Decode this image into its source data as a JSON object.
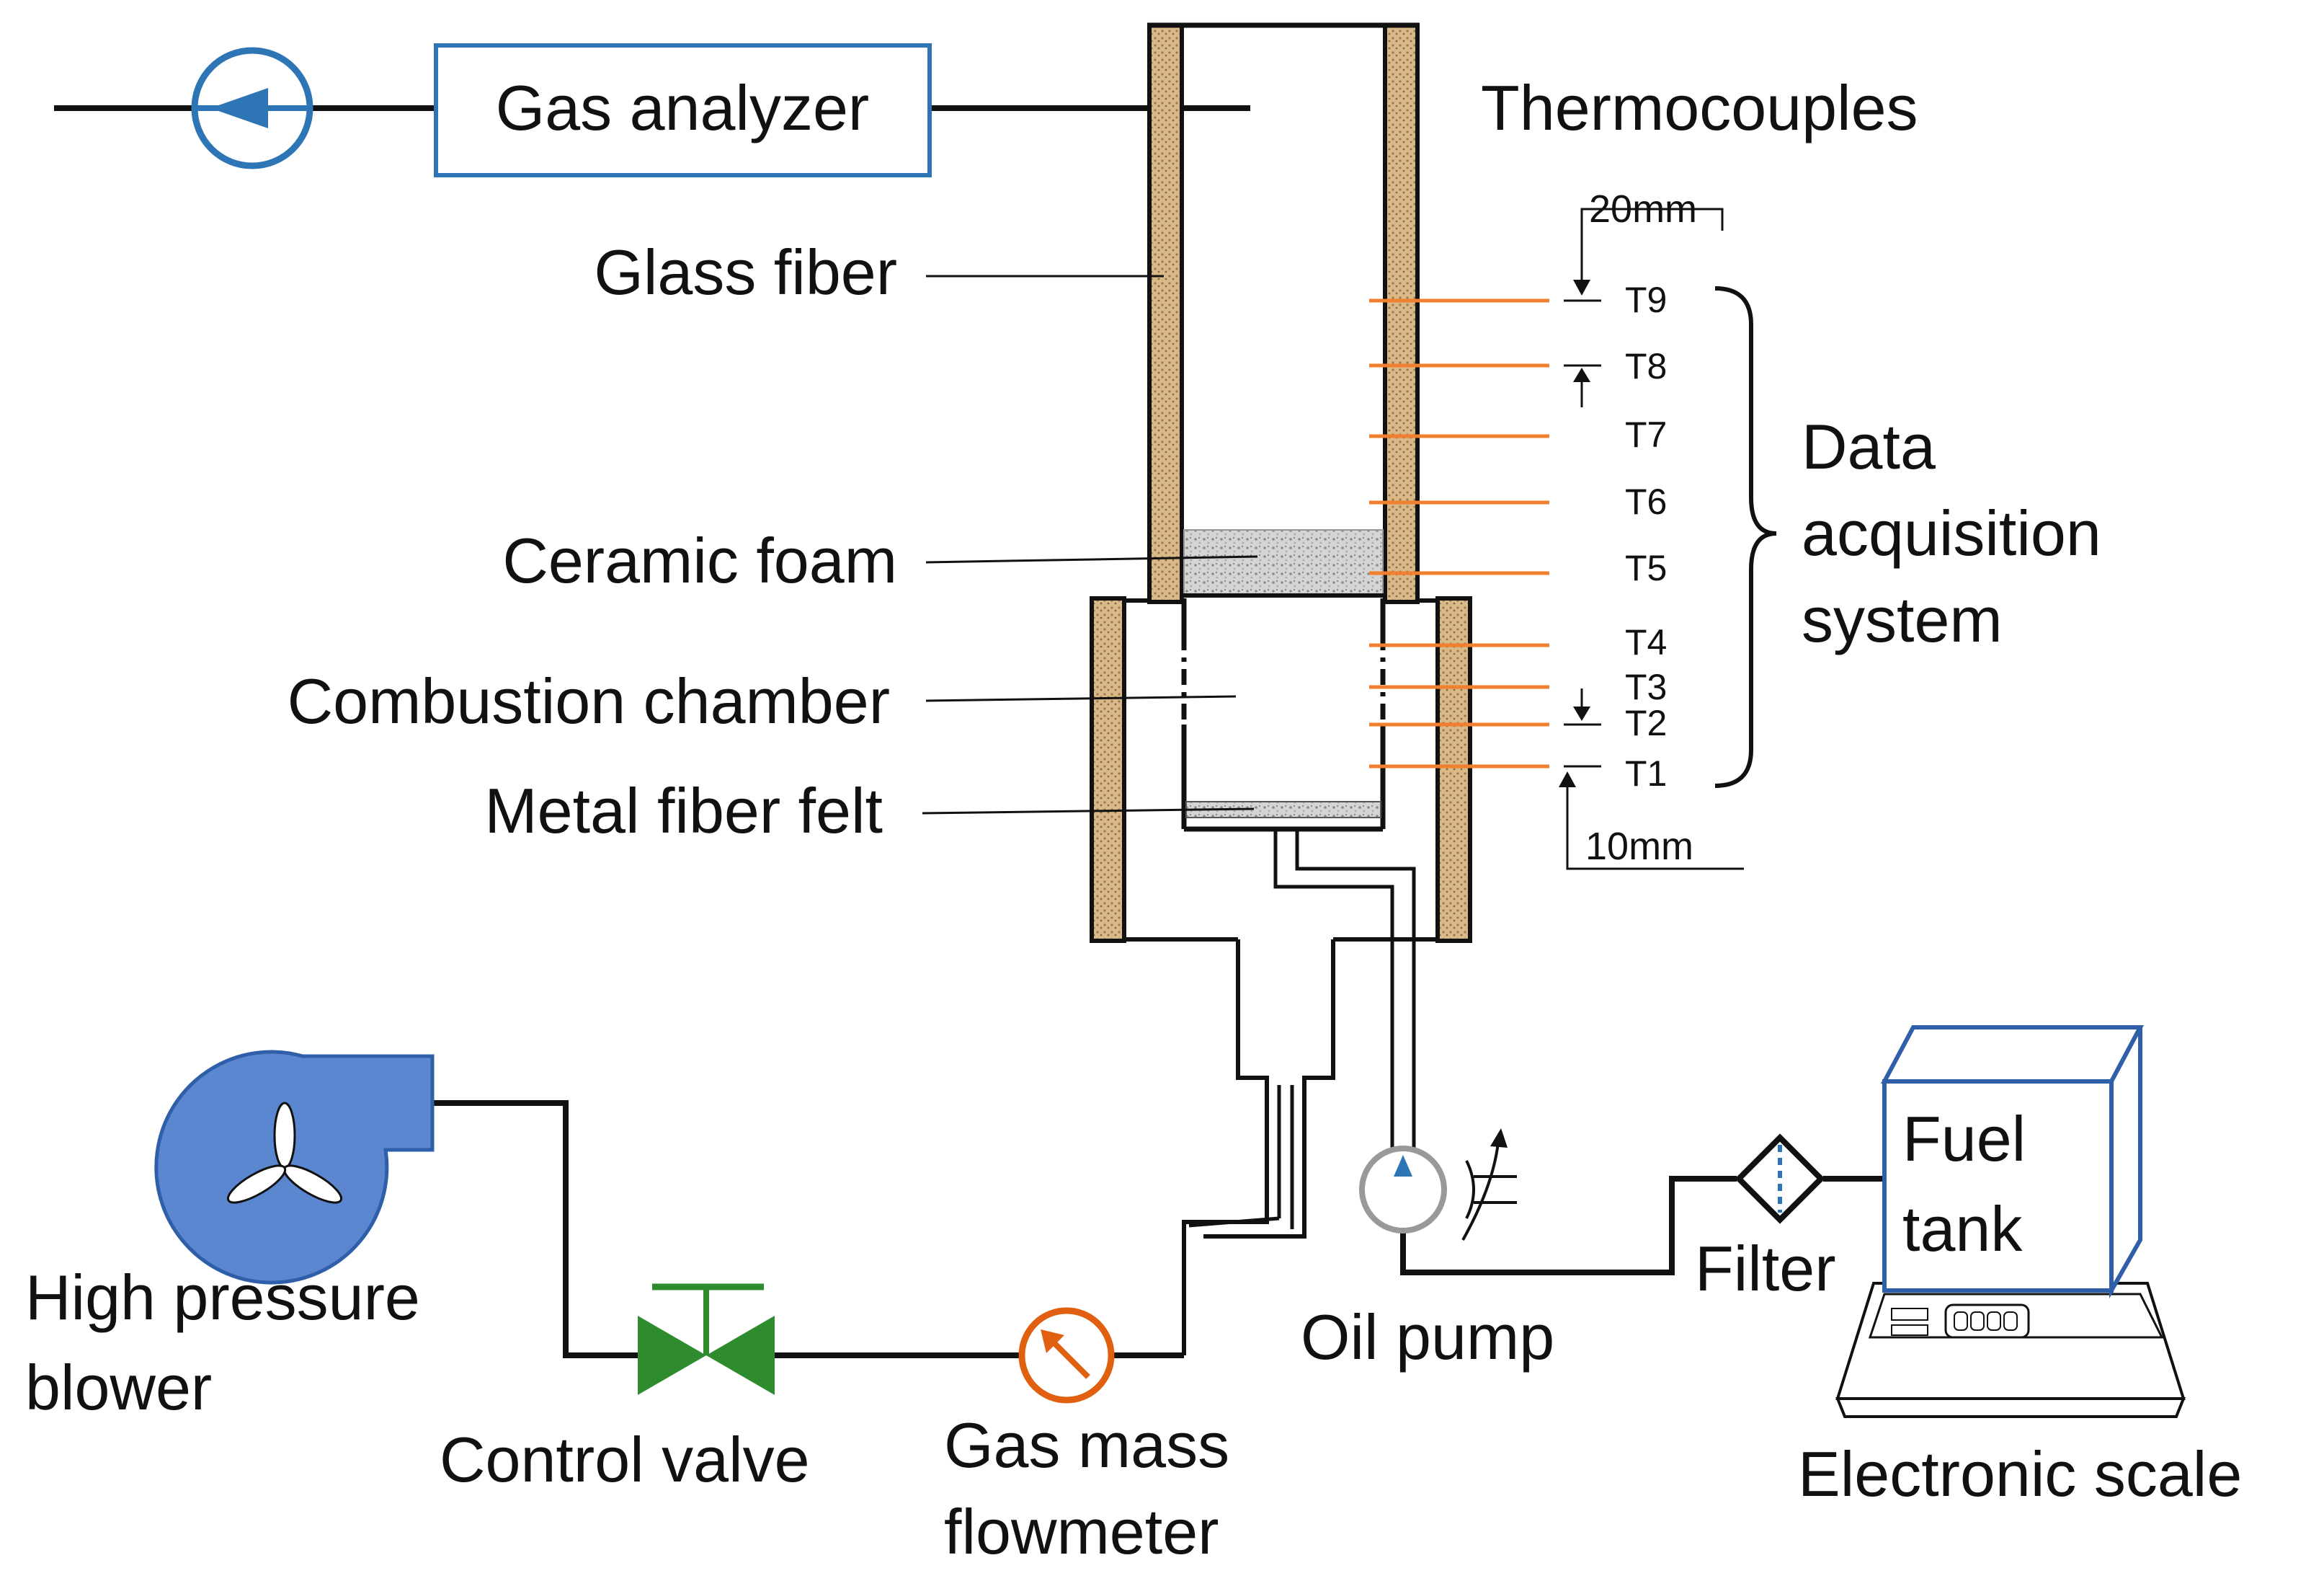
{
  "labels": {
    "gas_analyzer": "Gas analyzer",
    "thermocouples": "Thermocouples",
    "glass_fiber": "Glass fiber",
    "ceramic_foam": "Ceramic foam",
    "combustion_chamber": "Combustion chamber",
    "metal_fiber_felt": "Metal fiber felt",
    "data_acquisition": [
      "Data",
      "acquisition",
      "system"
    ],
    "high_pressure_blower": [
      "High pressure",
      "blower"
    ],
    "control_valve": "Control valve",
    "gas_mass_flowmeter": [
      "Gas mass",
      "flowmeter"
    ],
    "oil_pump": "Oil pump",
    "filter": "Filter",
    "fuel_tank": [
      "Fuel",
      "tank"
    ],
    "electronic_scale": "Electronic scale"
  },
  "dimensions": {
    "top": "20mm",
    "bottom": "10mm"
  },
  "thermocouples": [
    "T9",
    "T8",
    "T7",
    "T6",
    "T5",
    "T4",
    "T3",
    "T2",
    "T1"
  ],
  "colors": {
    "line": "#111111",
    "insulation": "#d9b88a",
    "thermocouple": "#f08030",
    "gas_analyzer": "#2e75b6",
    "blower": "#5b86d0",
    "valve": "#2e8b2e",
    "flowmeter": "#e06010",
    "fuel_tank": "#2e5fa8"
  }
}
